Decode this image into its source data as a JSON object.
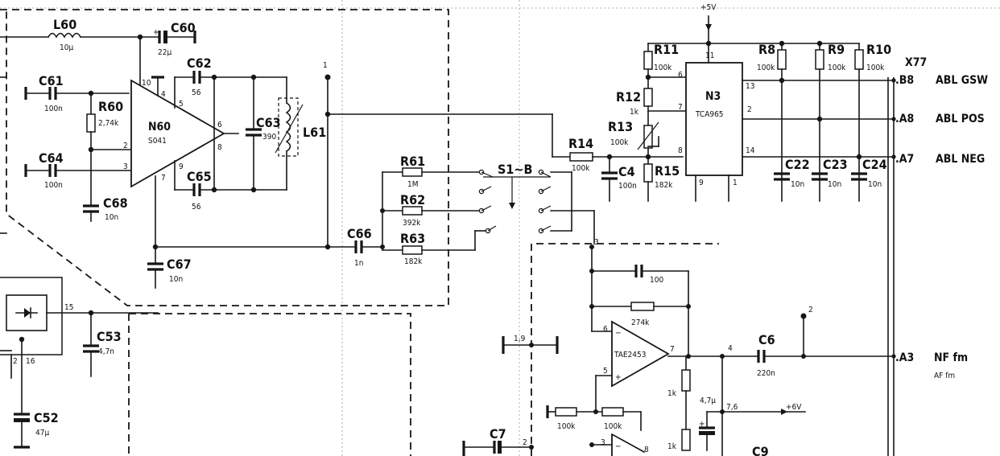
{
  "components": {
    "L60": {
      "ref": "L60",
      "value": "10µ"
    },
    "C60": {
      "ref": "C60",
      "value": "22µ"
    },
    "C61": {
      "ref": "C61",
      "value": "100n"
    },
    "R60": {
      "ref": "R60",
      "value": "2,74k"
    },
    "N60": {
      "ref": "N60",
      "part": "S041"
    },
    "C62": {
      "ref": "C62",
      "value": "56"
    },
    "C63": {
      "ref": "C63",
      "value": "390"
    },
    "L61": {
      "ref": "L61"
    },
    "C64": {
      "ref": "C64",
      "value": "100n"
    },
    "C65": {
      "ref": "C65",
      "value": "56"
    },
    "C68": {
      "ref": "C68",
      "value": "10n"
    },
    "C67": {
      "ref": "C67",
      "value": "10n"
    },
    "C66": {
      "ref": "C66",
      "value": "1n"
    },
    "R61": {
      "ref": "R61",
      "value": "1M"
    },
    "R62": {
      "ref": "R62",
      "value": "392k"
    },
    "R63": {
      "ref": "R63",
      "value": "182k"
    },
    "S1B": {
      "ref": "S1~B"
    },
    "R14": {
      "ref": "R14",
      "value": "100k"
    },
    "C4": {
      "ref": "C4",
      "value": "100n"
    },
    "R15": {
      "ref": "R15",
      "value": "182k"
    },
    "R11": {
      "ref": "R11",
      "value": "100k"
    },
    "R12": {
      "ref": "R12",
      "value": "1k"
    },
    "R13": {
      "ref": "R13",
      "value": "100k"
    },
    "N3": {
      "ref": "N3",
      "part": "TCA965"
    },
    "R8": {
      "ref": "R8",
      "value": "100k"
    },
    "R9": {
      "ref": "R9",
      "value": "100k"
    },
    "R10": {
      "ref": "R10",
      "value": "100k"
    },
    "C22": {
      "ref": "C22",
      "value": "10n"
    },
    "C23": {
      "ref": "C23",
      "value": "10n"
    },
    "C24": {
      "ref": "C24",
      "value": "10n"
    },
    "C53": {
      "ref": "C53",
      "value": "4,7n"
    },
    "C52": {
      "ref": "C52",
      "value": "47µ"
    },
    "C6": {
      "ref": "C6",
      "value": "220n"
    },
    "C7": {
      "ref": "C7"
    },
    "C9": {
      "ref": "C9"
    },
    "OP": {
      "part": "TAE2453"
    },
    "Cfb": {
      "value": "100"
    },
    "Rfb": {
      "value": "274k"
    },
    "R1k_a": {
      "value": "1k"
    },
    "R1k_b": {
      "value": "1k"
    },
    "C47": {
      "value": "4,7µ"
    },
    "Rin1": {
      "value": "100k"
    },
    "Rin2": {
      "value": "100k"
    }
  },
  "pins": {
    "n60_10": "10",
    "n60_4": "4",
    "n60_5": "5",
    "n60_6": "6",
    "n60_8": "8",
    "n60_2": "2",
    "n60_3": "3",
    "n60_9": "9",
    "n60_7": "7",
    "n3_11": "11",
    "n3_6": "6",
    "n3_13": "13",
    "n3_7": "7",
    "n3_2": "2",
    "n3_8": "8",
    "n3_14": "14",
    "n3_9": "9",
    "n3_1": "1",
    "op_6": "6",
    "op_5": "5",
    "op_7": "7",
    "op_3": "3",
    "op_2": "2",
    "op_8": "8",
    "p15": "15",
    "p16": "16",
    "p2a": "2",
    "p1": "1",
    "p3": "3",
    "p19": "1,9",
    "p4": "4",
    "p2b": "2",
    "p76": "7,6"
  },
  "connector": {
    "name": "X77",
    "terminals": [
      {
        "pin": ".B8",
        "label": "ABL GSW"
      },
      {
        "pin": ".A8",
        "label": "ABL POS"
      },
      {
        "pin": ".A7",
        "label": "ABL NEG"
      },
      {
        "pin": ".A3",
        "label": "NF fm",
        "sub": "AF fm"
      }
    ]
  },
  "supplies": {
    "plus5": "+5V",
    "plus6": "+6V"
  }
}
